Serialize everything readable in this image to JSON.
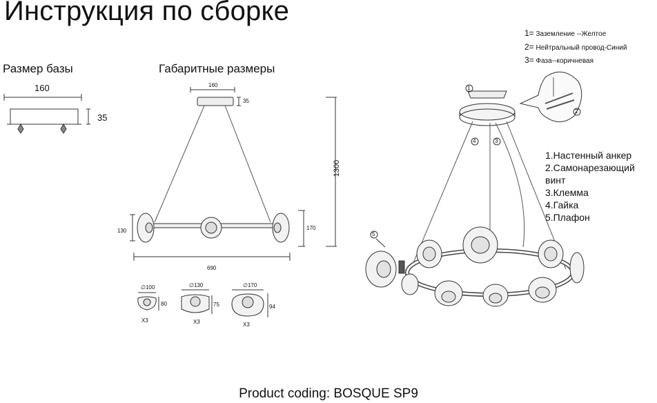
{
  "title": "Инструкция по сборке",
  "base_section": {
    "label": "Размер базы",
    "width": "160",
    "height": "35"
  },
  "overall_section": {
    "label": "Габаритные размеры",
    "top_width": "160",
    "top_height": "35",
    "total_height": "1300",
    "left_height": "130",
    "right_height": "170",
    "total_width": "690"
  },
  "shades": [
    {
      "diameter": "∅100",
      "height": "80",
      "qty": "X3"
    },
    {
      "diameter": "∅130",
      "height": "75",
      "qty": "X3"
    },
    {
      "diameter": "∅170",
      "height": "94",
      "qty": "X3"
    }
  ],
  "wire_legend": [
    {
      "num": "1=",
      "text": "Заземление --Желтое"
    },
    {
      "num": "2=",
      "text": "Нейтральный провод-Синий"
    },
    {
      "num": "3=",
      "text": "Фаза--коричневая"
    }
  ],
  "parts_list": [
    "1.Настенный анкер",
    "2.Самонарезающий винт",
    "3.Клемма",
    "4.Гайка",
    "5.Плафон"
  ],
  "callouts": {
    "c1": "1",
    "c2": "2",
    "c3": "3",
    "c4": "4",
    "c5": "5"
  },
  "footer": "Product coding: BOSQUE SP9"
}
